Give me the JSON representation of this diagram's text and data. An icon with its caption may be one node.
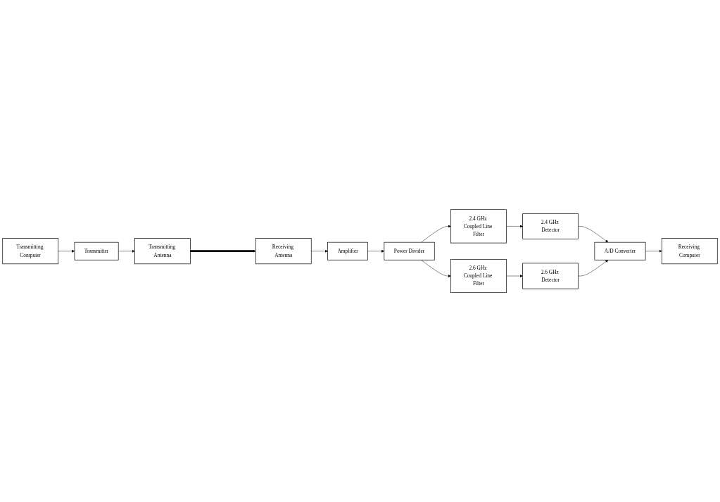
{
  "diagram": {
    "nodes": [
      {
        "text": [
          "Transmitting Computer"
        ]
      },
      {
        "text": [
          "Transmitter"
        ]
      },
      {
        "text": [
          "Transmitting Antenna"
        ]
      },
      {
        "text": [
          "Receiving Antenna"
        ]
      },
      {
        "text": [
          "Amplifier"
        ]
      },
      {
        "text": [
          "Power Divider"
        ]
      },
      {
        "text": [
          "2.4 GHz Coupled Line Filter"
        ]
      },
      {
        "text": [
          "2.4 GHz Detector"
        ]
      },
      {
        "text": [
          "2.6 GHz Coupled Line Filter"
        ]
      },
      {
        "text": [
          "2.6 GHz Detector"
        ]
      },
      {
        "text": [
          "A/D Converter"
        ]
      },
      {
        "text": [
          "Receiving Computer"
        ]
      }
    ],
    "edges": [
      {
        "from": 0,
        "to": 1,
        "arrow": "to"
      },
      {
        "from": 1,
        "to": 2,
        "arrow": "to"
      },
      {
        "from": 2,
        "to": 3,
        "arrow": "to",
        "style": "thick"
      },
      {
        "from": 3,
        "to": 4,
        "arrow": "to"
      },
      {
        "from": 4,
        "to": 5,
        "arrow": "to"
      },
      {
        "from": 5,
        "to": 6,
        "arrow": "to"
      },
      {
        "from": 5,
        "to": 8,
        "arrow": "to"
      },
      {
        "from": 6,
        "to": 7,
        "arrow": "to"
      },
      {
        "from": 8,
        "to": 9,
        "arrow": "to"
      },
      {
        "from": 7,
        "to": 10,
        "arrow": "to"
      },
      {
        "from": 9,
        "to": 10,
        "arrow": "to"
      },
      {
        "from": 10,
        "to": 11,
        "arrow": "to"
      }
    ]
  }
}
